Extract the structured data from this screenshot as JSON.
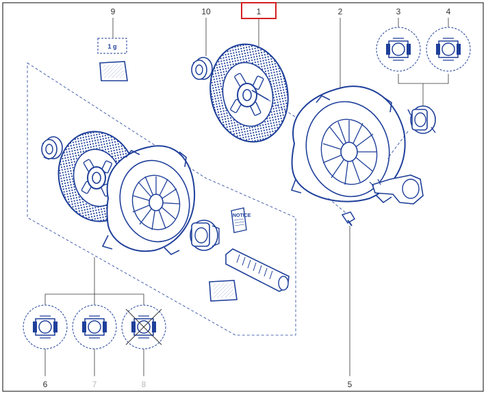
{
  "diagram": {
    "callouts": {
      "c1": "1",
      "c2": "2",
      "c3": "3",
      "c4": "4",
      "c5": "5",
      "c6": "6",
      "c7": "7",
      "c8": "8",
      "c9": "9",
      "c10": "10"
    },
    "grease_label": "1 g",
    "notice_label": "NOTICE",
    "selected_callout": "1"
  },
  "colors": {
    "line_blue": "#1e3f9a",
    "highlight_red": "#d42020",
    "frame": "#333333",
    "disabled_grey": "#b9b9b9"
  },
  "icons": [
    "clutch-disc-icon",
    "pressure-plate-icon",
    "release-bearing-icon",
    "bolt-icon",
    "grease-sachet-icon",
    "notice-booklet-icon",
    "input-shaft-icon",
    "release-fork-icon",
    "pilot-bearing-icon",
    "cross-out-icon"
  ]
}
